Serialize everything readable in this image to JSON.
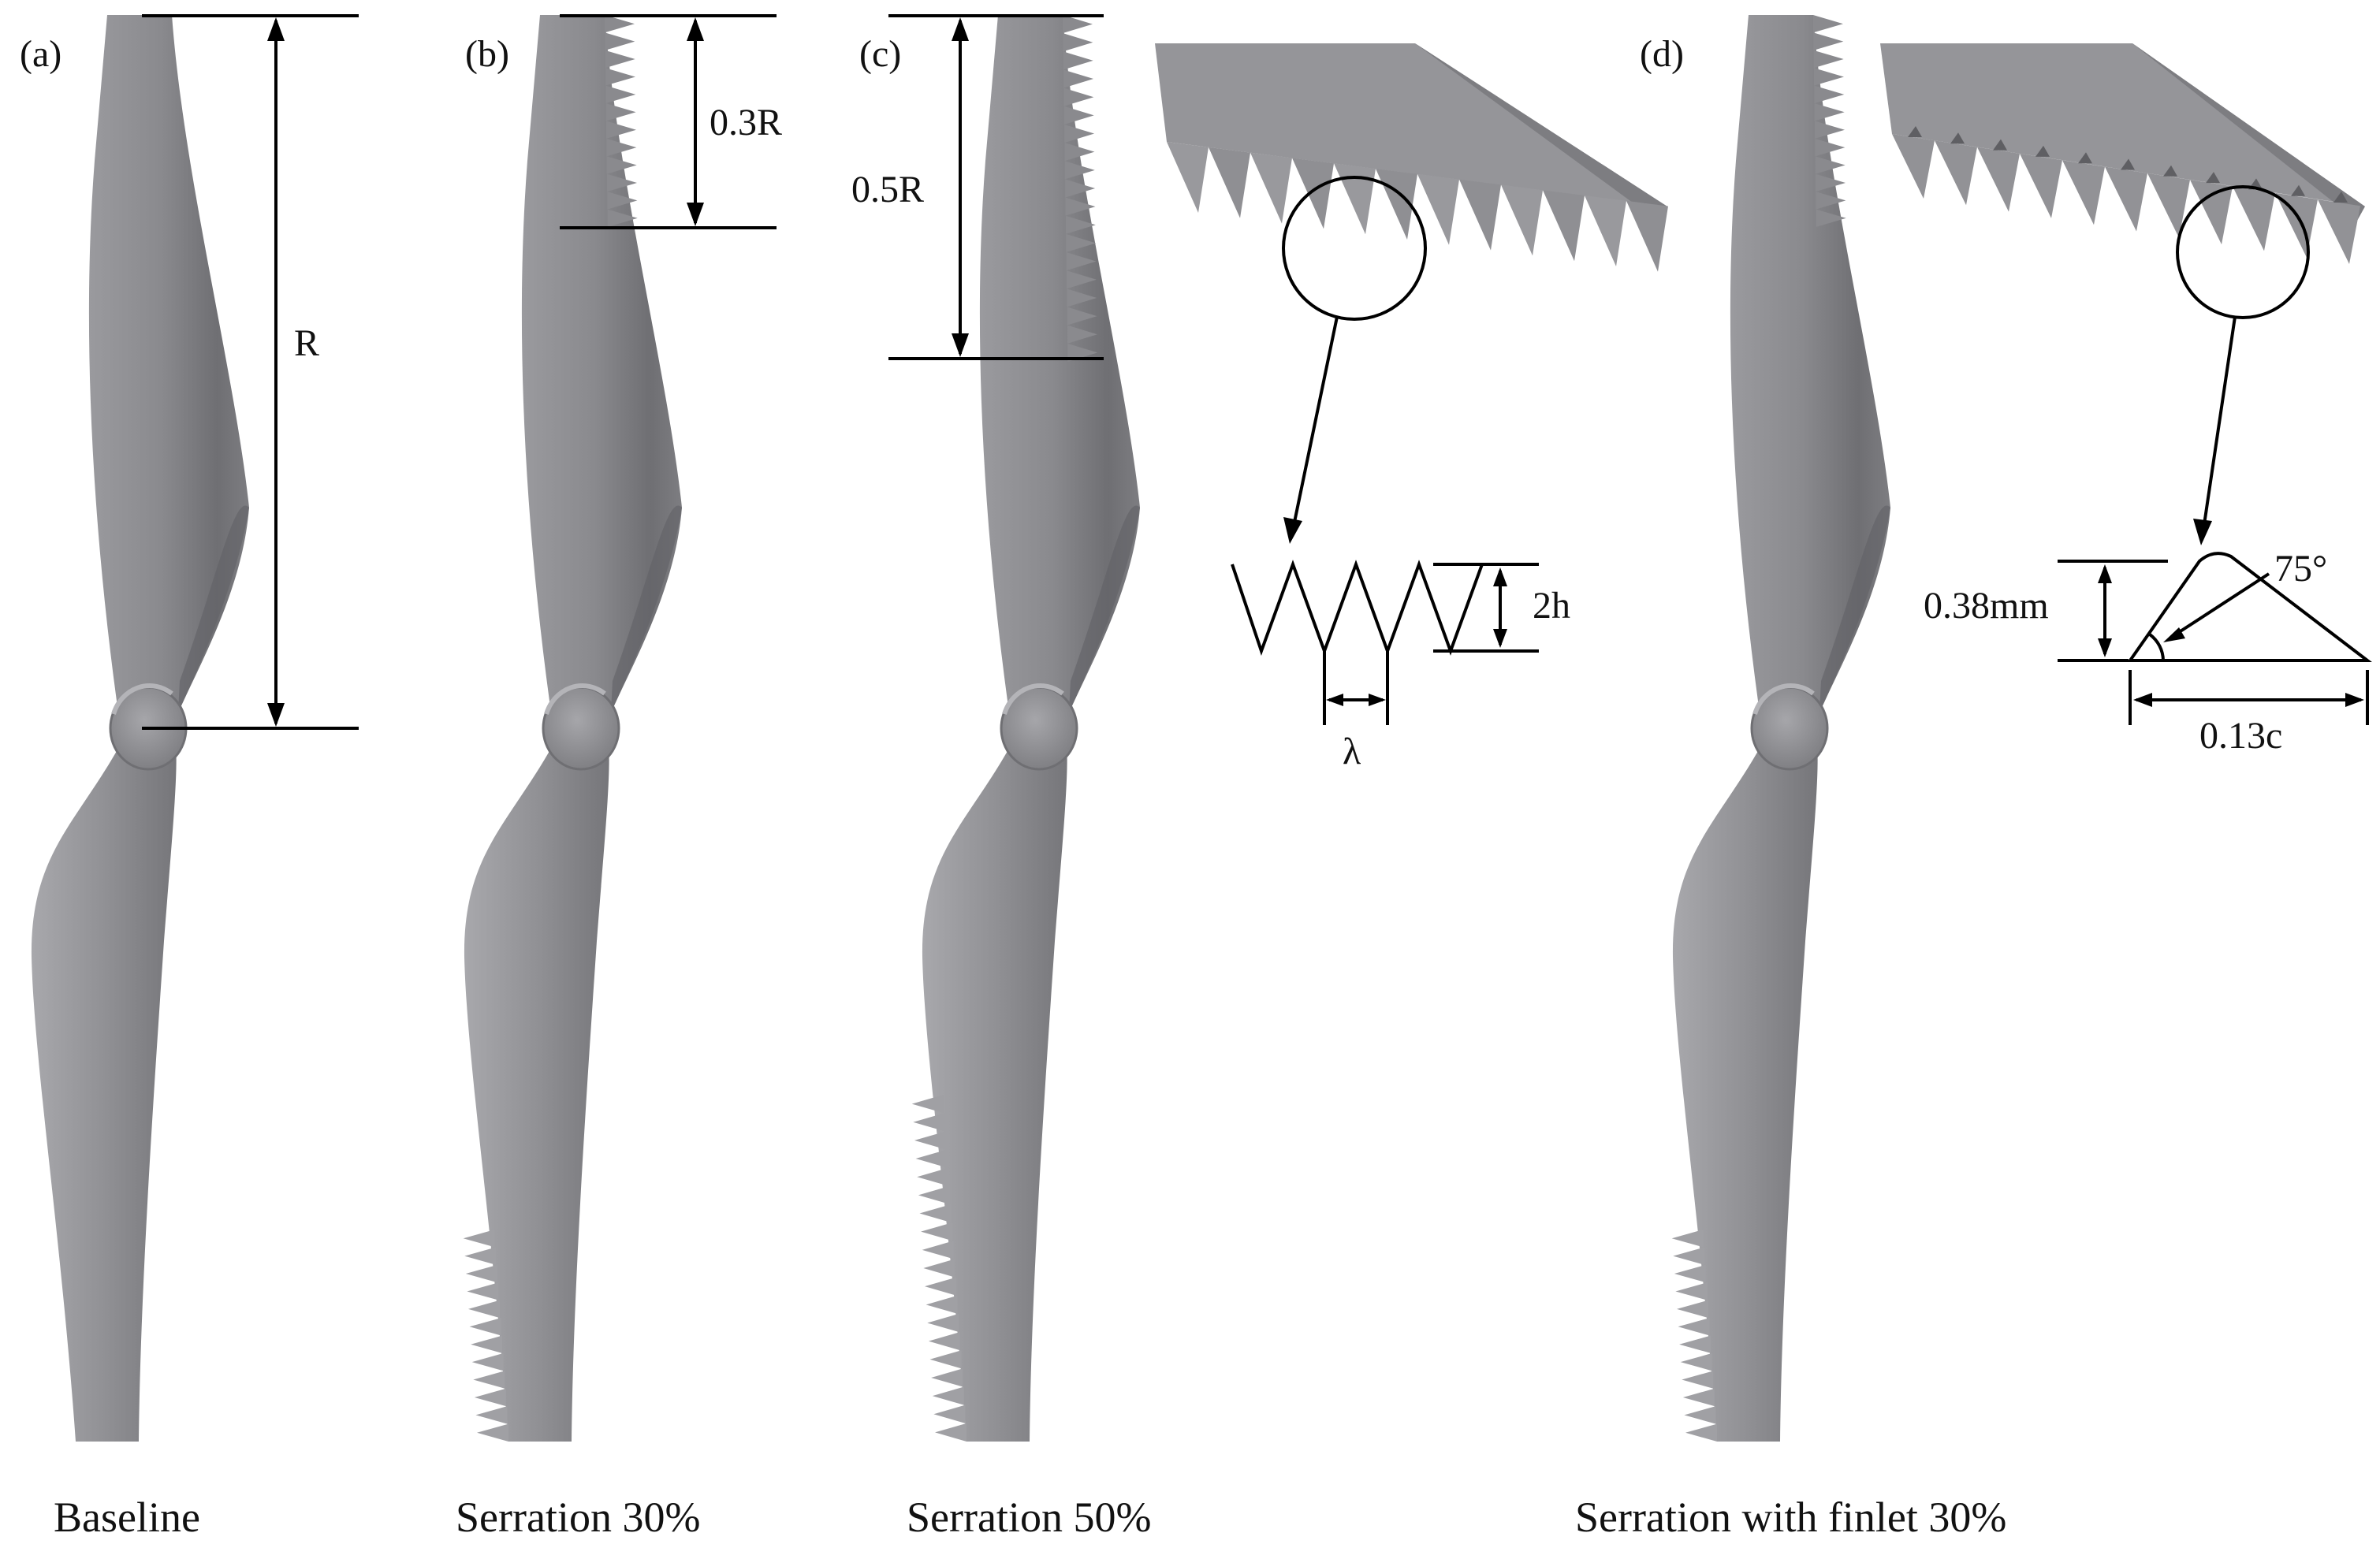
{
  "panels": [
    {
      "id": "a",
      "letter": "(a)",
      "caption": "Baseline"
    },
    {
      "id": "b",
      "letter": "(b)",
      "caption": "Serration 30%"
    },
    {
      "id": "c",
      "letter": "(c)",
      "caption": "Serration 50%"
    },
    {
      "id": "d",
      "letter": "(d)",
      "caption": "Serration with finlet 30%"
    }
  ],
  "dimensions": {
    "radius": "R",
    "serration_30": "0.3R",
    "serration_50": "0.5R",
    "amplitude": "2h",
    "wavelength": "λ",
    "finlet_height": "0.38mm",
    "finlet_angle": "75°",
    "finlet_length": "0.13c"
  },
  "colors": {
    "blade_light": "#a4a4a8",
    "blade_mid": "#8c8c90",
    "blade_dark": "#6a6a6e",
    "line": "#000000"
  }
}
